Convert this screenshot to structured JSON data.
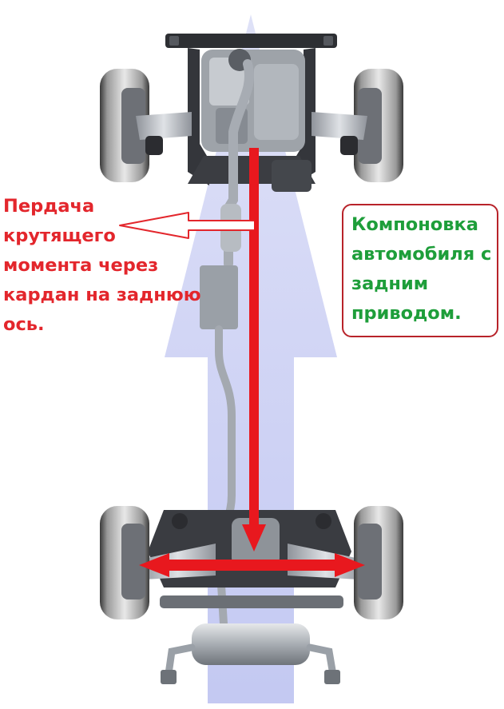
{
  "annotations": {
    "torque_note": "Пердача\nкрутящего\nмомента через\nкардан на заднюю\nось.",
    "layout_note": "Компоновка\nавтомобиля с\nзадним\nприводом."
  },
  "colors": {
    "red_text": "#e3262c",
    "green_text": "#1e9e3a",
    "box_border": "#b8232a",
    "drive_arrow": "#e8181e",
    "flow_arrow": "#c9cdf0"
  },
  "icons": [
    "car-chassis-illustration",
    "drive-shaft-arrow",
    "rear-axle-arrow",
    "flow-arrow",
    "pointer-arrow"
  ]
}
